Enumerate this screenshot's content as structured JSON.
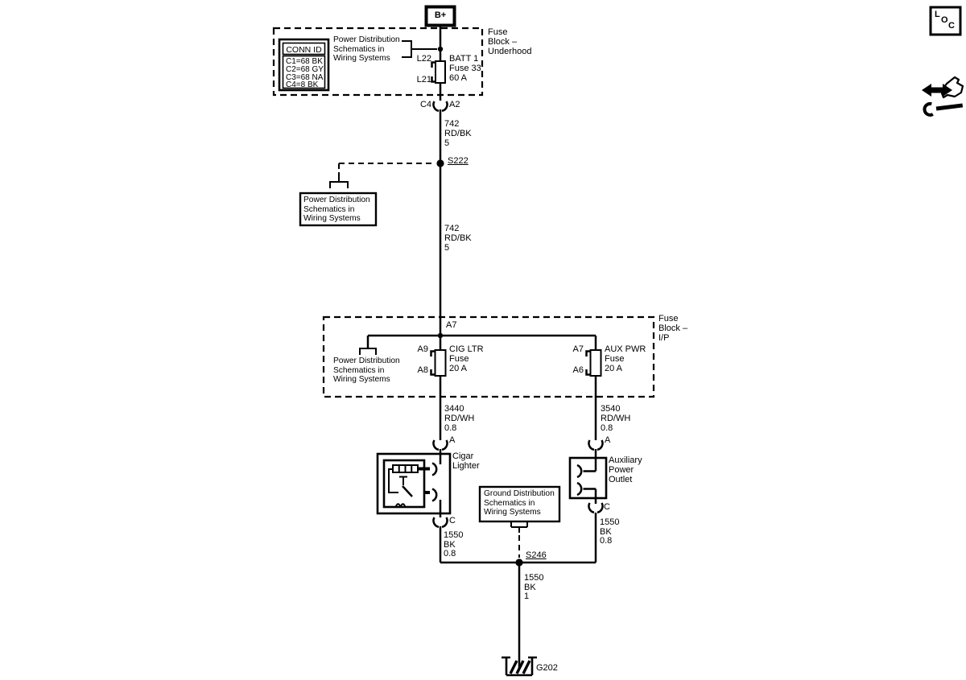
{
  "viewer": {
    "loc": [
      "L",
      "O",
      "C"
    ],
    "hotspot_icon": "pan-arrows-wrench-icon"
  },
  "battery": {
    "label": "B+"
  },
  "underhood_block": {
    "name": "Fuse\nBlock –\nUnderhood",
    "conn_id": {
      "title": "CONN ID",
      "rows": [
        "C1=68 BK",
        "C2=68 GY",
        "C3=68 NA",
        "C4=8 BK"
      ]
    },
    "ref": "Power Distribution\nSchematics in\nWiring Systems",
    "fuse": {
      "pin_top": "L22",
      "pin_bottom": "L21",
      "name": "BATT 1\nFuse 33\n60 A"
    },
    "connector": {
      "left": "C4",
      "right": "A2"
    }
  },
  "wires": {
    "w742_a": "742\nRD/BK\n5",
    "w742_b": "742\nRD/BK\n5",
    "w3440": "3440\nRD/WH\n0.8",
    "w3540": "3540\nRD/WH\n0.8",
    "w1550_left": "1550\nBK\n0.8",
    "w1550_right": "1550\nBK\n0.8",
    "w1550_main": "1550\nBK\n1"
  },
  "splices": {
    "s222": "S222",
    "s246": "S246"
  },
  "ref_mid": "Power Distribution\nSchematics in\nWiring Systems",
  "ip_block": {
    "name": "Fuse\nBlock –\nI/P",
    "entry_pin": "A7",
    "ref": "Power Distribution\nSchematics in\nWiring Systems",
    "cig_fuse": {
      "pin_top": "A9",
      "pin_bottom": "A8",
      "name": "CIG LTR\nFuse\n20 A"
    },
    "aux_fuse": {
      "pin_top": "A7",
      "pin_bottom": "A6",
      "name": "AUX PWR\nFuse\n20 A"
    }
  },
  "cigar_lighter": {
    "name": "Cigar\nLighter",
    "pin_a": "A",
    "pin_c": "C"
  },
  "aux_outlet": {
    "name": "Auxiliary\nPower\nOutlet",
    "pin_a": "A",
    "pin_c": "C"
  },
  "ref_ground": "Ground Distribution\nSchematics in\nWiring Systems",
  "ground": {
    "name": "G202"
  },
  "colors": {
    "ink": "#000000",
    "paper": "#ffffff"
  }
}
